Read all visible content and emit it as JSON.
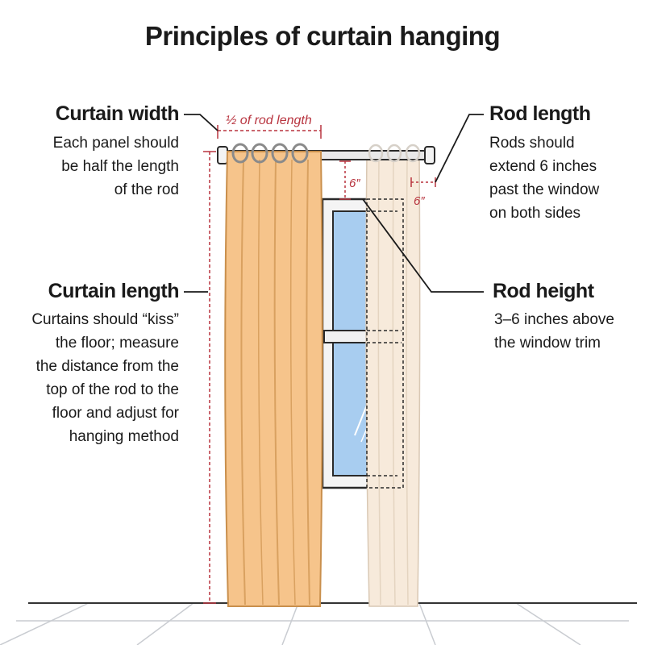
{
  "title": "Principles of curtain hanging",
  "curtain_width": {
    "heading": "Curtain width",
    "lines": [
      "Each panel should",
      "be half the length",
      "of the rod"
    ]
  },
  "curtain_length": {
    "heading": "Curtain length",
    "lines": [
      "Curtains should “kiss”",
      "the floor; measure",
      "the distance from the",
      "top of the rod to the",
      "floor and adjust for",
      "hanging method"
    ]
  },
  "rod_length": {
    "heading": "Rod length",
    "lines": [
      "Rods should",
      "extend 6 inches",
      "past the window",
      "on both sides"
    ]
  },
  "rod_height": {
    "heading": "Rod height",
    "lines": [
      "3–6 inches above",
      "the window trim"
    ]
  },
  "annotations": {
    "half_rod": "½ of rod length",
    "six_in_height": "6″",
    "six_in_extension": "6″"
  },
  "colors": {
    "accent_red": "#b8343f",
    "curtain_front": "#f6c48b",
    "curtain_back": "#f7eadb",
    "window_glass": "#a8cdf0",
    "rod": "#e9e9e9"
  }
}
